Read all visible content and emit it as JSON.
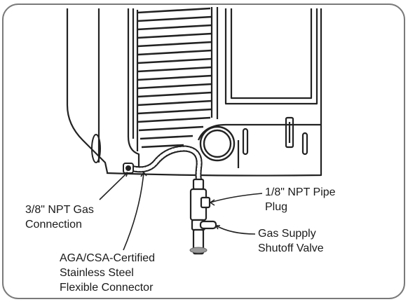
{
  "callouts": {
    "gas_connection": {
      "lines": [
        "3/8\" NPT Gas",
        "Connection"
      ]
    },
    "flexible_connector": {
      "lines": [
        "AGA/CSA-Certified",
        "Stainless Steel",
        "Flexible Connector"
      ]
    },
    "pipe_plug": {
      "lines": [
        "1/8\" NPT Pipe",
        "Plug"
      ]
    },
    "shutoff_valve": {
      "lines": [
        "Gas Supply",
        "Shutoff Valve"
      ]
    }
  },
  "colors": {
    "line": "#222222",
    "frame": "#7a7a7a",
    "shade": "#9a9a9a"
  }
}
